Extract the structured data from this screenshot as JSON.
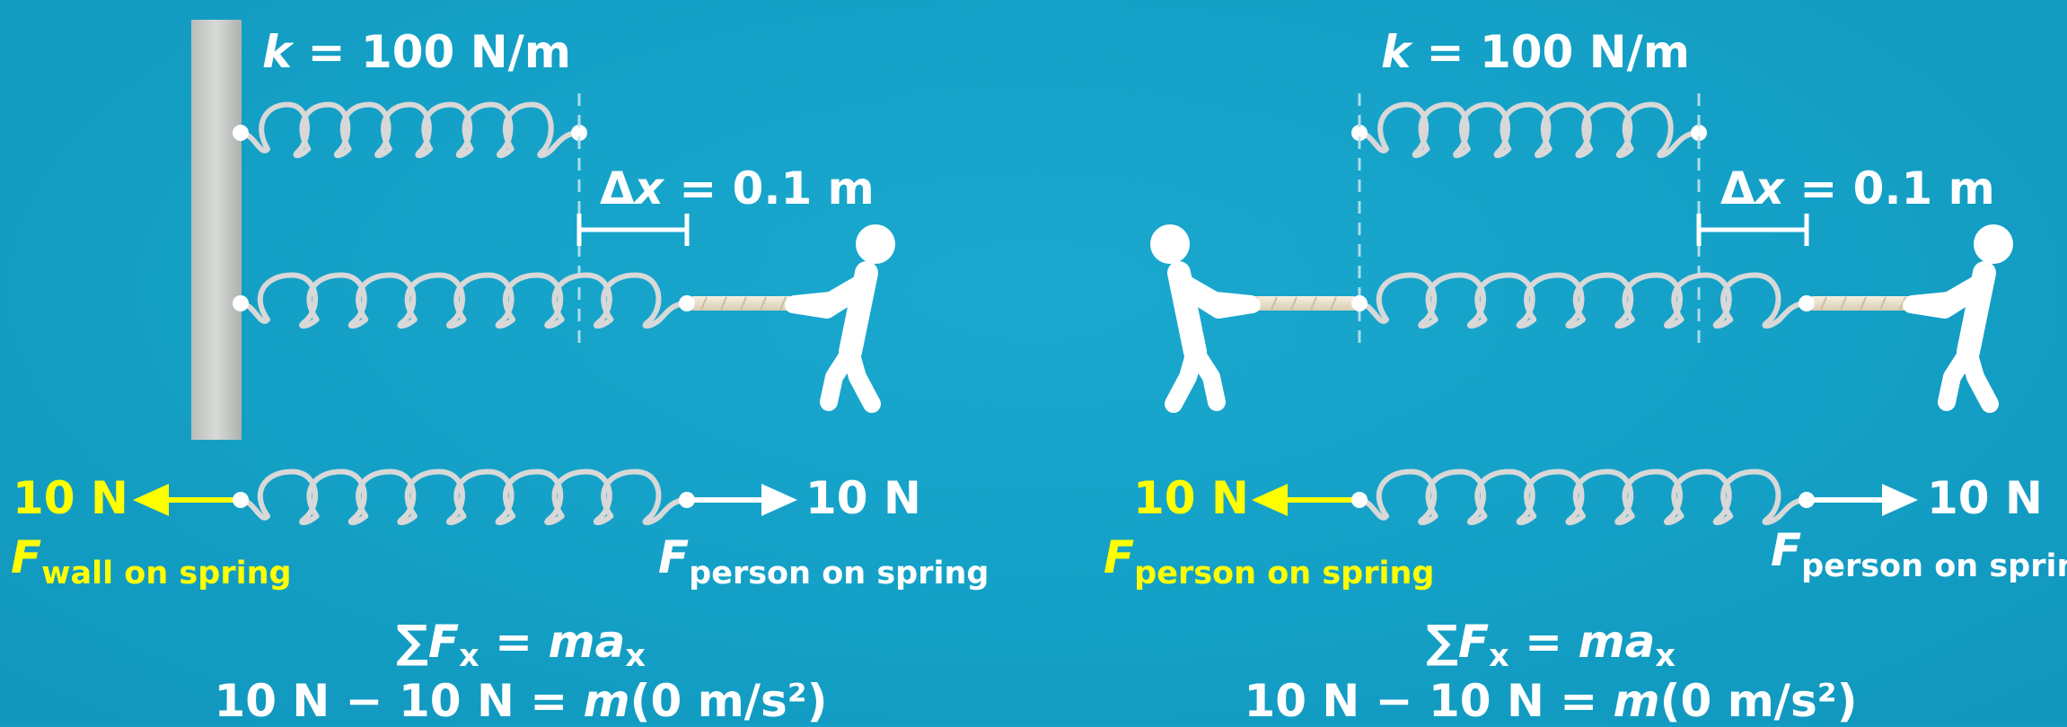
{
  "colors": {
    "background": "#14a0c6",
    "text": "#ffffff",
    "highlight": "#ffff00",
    "spring": "#d8d8d8",
    "wall": "#c8ccc8",
    "rope": "#efe6d2"
  },
  "left": {
    "k_symbol": "k",
    "k_rest": " = 100 N/m",
    "dx_prefix": "Δ",
    "dx_symbol": "x",
    "dx_rest": " = 0.1 m",
    "force_left_value": "10 N",
    "force_right_value": "10 N",
    "force_left_symbol": "F",
    "force_left_sub": "wall on spring",
    "force_right_symbol": "F",
    "force_right_sub": "person on spring",
    "eq1_sum": "∑",
    "eq1_F": "F",
    "eq1_Fsub": "x",
    "eq1_mid": " = ",
    "eq1_m": "m",
    "eq1_a": "a",
    "eq1_asub": "x",
    "eq2_pre": "10 N − 10 N = ",
    "eq2_m": "m",
    "eq2_post": "(0 m/s²)"
  },
  "right": {
    "k_symbol": "k",
    "k_rest": " = 100 N/m",
    "dx_prefix": "Δ",
    "dx_symbol": "x",
    "dx_rest": " = 0.1 m",
    "force_left_value": "10 N",
    "force_right_value": "10 N",
    "force_left_symbol": "F",
    "force_left_sub": "person on spring",
    "force_right_symbol": "F",
    "force_right_sub": "person on spring",
    "eq1_sum": "∑",
    "eq1_F": "F",
    "eq1_Fsub": "x",
    "eq1_mid": " = ",
    "eq1_m": "m",
    "eq1_a": "a",
    "eq1_asub": "x",
    "eq2_pre": "10 N − 10 N = ",
    "eq2_m": "m",
    "eq2_post": "(0 m/s²)"
  }
}
